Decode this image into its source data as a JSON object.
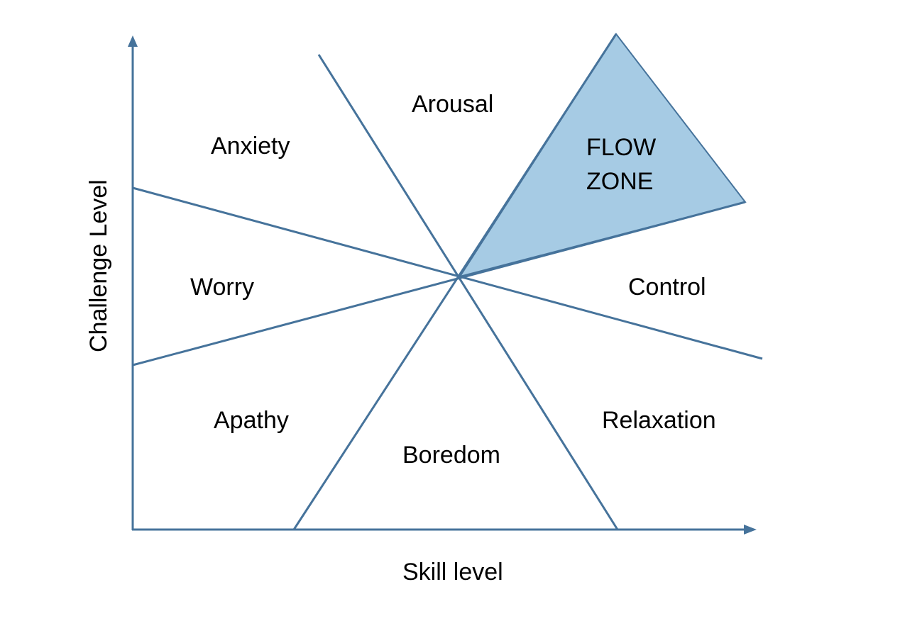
{
  "axes": {
    "x_label": "Skill level",
    "y_label": "Challenge Level"
  },
  "zones": {
    "anxiety": "Anxiety",
    "arousal": "Arousal",
    "flow_line1": "FLOW",
    "flow_line2": "ZONE",
    "worry": "Worry",
    "control": "Control",
    "apathy": "Apathy",
    "relaxation": "Relaxation",
    "boredom": "Boredom"
  },
  "colors": {
    "line": "#46739b",
    "flow_fill": "#a6cbe4"
  }
}
